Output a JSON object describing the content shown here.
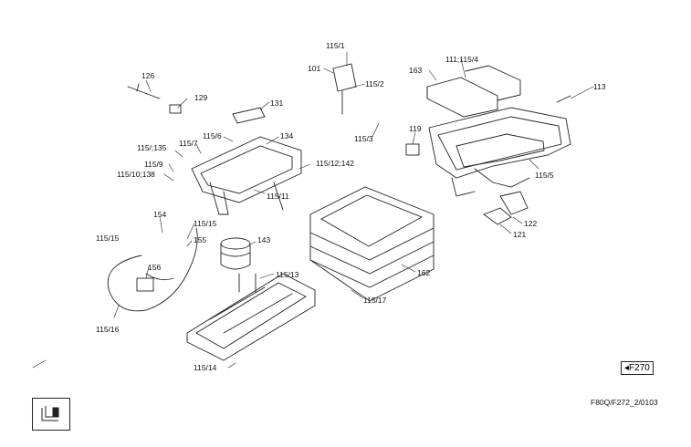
{
  "diagram": {
    "ref_label": "F270",
    "drawing_code": "F80Q/F272_2/0103",
    "parts": {
      "p115_1": "115/1",
      "p101": "101",
      "p115_2": "115/2",
      "p111": "111;115/4",
      "p163": "163",
      "p113": "113",
      "p126": "126",
      "p129": "129",
      "p131": "131",
      "p134": "134",
      "p115_6": "115/6",
      "p115_7": "115/7",
      "p115_135": "115/;135",
      "p115_9": "115/9",
      "p115_10": "115/10;138",
      "p115_3": "115/3",
      "p119": "119",
      "p115_5": "115/5",
      "p115_12": "115/12;142",
      "p115_11": "115/11",
      "p154": "154",
      "p115_15a": "115/15",
      "p115_15b": "115/15",
      "p155": "155",
      "p143": "143",
      "p156": "156",
      "p115_13": "115/13",
      "p115_16": "115/16",
      "p115_14": "115/14",
      "p162": "162",
      "p115_17": "115/17",
      "p122": "122",
      "p121": "121"
    }
  }
}
